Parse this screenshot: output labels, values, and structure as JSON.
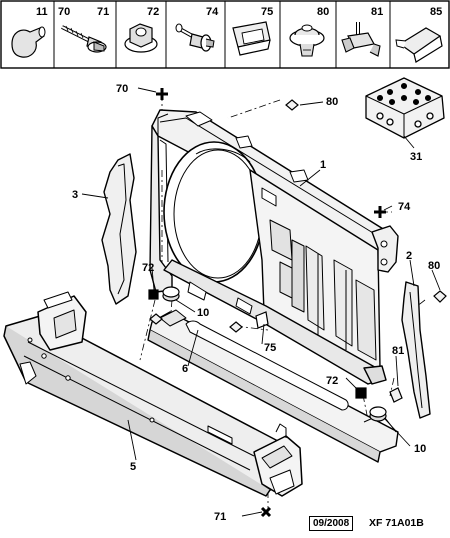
{
  "hardware": [
    {
      "number": "11",
      "icon": "plug-icon"
    },
    {
      "number": "70",
      "icon": "screw-icon"
    },
    {
      "number": "71",
      "icon": "screw-icon"
    },
    {
      "number": "72",
      "icon": "flange-nut-icon"
    },
    {
      "number": "74",
      "icon": "stud-bolt-icon"
    },
    {
      "number": "75",
      "icon": "clip-icon"
    },
    {
      "number": "80",
      "icon": "push-rivet-icon"
    },
    {
      "number": "81",
      "icon": "bracket-clip-icon"
    },
    {
      "number": "85",
      "icon": "retainer-icon"
    }
  ],
  "callouts": {
    "c1": "1",
    "c2": "2",
    "c3": "3",
    "c5": "5",
    "c6": "6",
    "c10a": "10",
    "c10b": "10",
    "c31": "31",
    "c70": "70",
    "c71": "71",
    "c72a": "72",
    "c72b": "72",
    "c74": "74",
    "c75": "75",
    "c80a": "80",
    "c80b": "80",
    "c81": "81"
  },
  "footer": {
    "date": "09/2008",
    "reference": "XF 71A01B"
  }
}
